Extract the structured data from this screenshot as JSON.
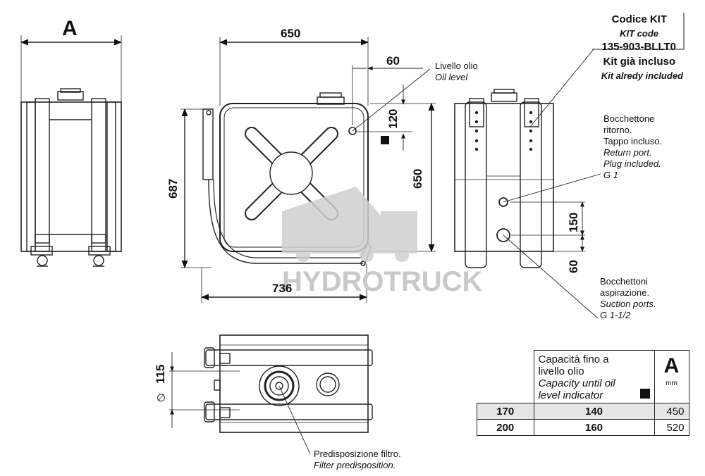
{
  "view_label": "A",
  "dims": {
    "width_top": "650",
    "offset_60_top": "60",
    "level_120": "120",
    "height_650": "650",
    "height_687": "687",
    "width_736": "736",
    "port_150": "150",
    "port_60": "60",
    "diameter_115": "115",
    "diameter_symbol": "∅"
  },
  "kit": {
    "code_label": "Codice KIT",
    "code_label_en": "KIT code",
    "code_value": "135-903-BLLT0",
    "included_label": "Kit già incluso",
    "included_label_en": "Kit alredy included"
  },
  "callouts": {
    "oil_level": "Livello olio",
    "oil_level_en": "Oil level",
    "return_port": [
      "Bocchettone",
      "ritorno.",
      "Tappo incluso."
    ],
    "return_port_en": [
      "Return port.",
      "Plug included."
    ],
    "return_port_size": "G 1",
    "suction_ports": [
      "Bocchettoni",
      "aspirazione."
    ],
    "suction_ports_en": "Suction ports.",
    "suction_ports_size": "G 1-1/2",
    "filter": "Predisposizione filtro.",
    "filter_en": "Filter predisposition."
  },
  "watermark": "HYDROTRUCK",
  "table": {
    "header_capacity": [
      "Capacità fino a",
      "livello olio"
    ],
    "header_capacity_en": [
      "Capacity until oil",
      "level indicator"
    ],
    "header_a": "A",
    "header_unit": "mm",
    "rows": [
      {
        "total": "170",
        "capacity": "140",
        "a": "450"
      },
      {
        "total": "200",
        "capacity": "160",
        "a": "520"
      }
    ]
  }
}
